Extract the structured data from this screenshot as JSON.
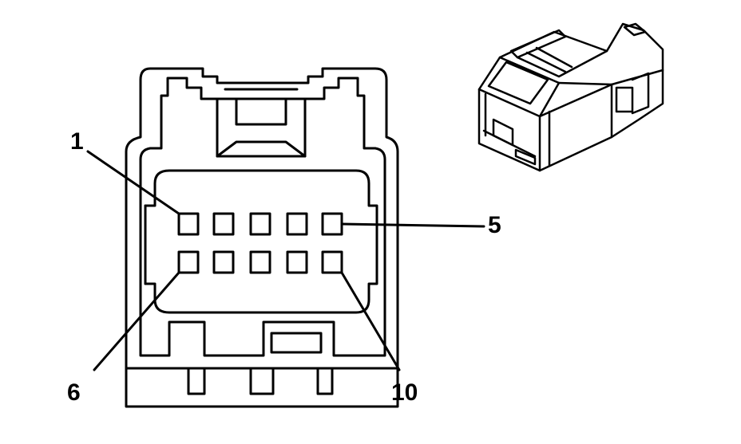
{
  "diagram": {
    "pin_labels": {
      "first_top": "1",
      "last_top": "5",
      "first_bottom": "6",
      "last_bottom": "10"
    },
    "pins": {
      "rows": 2,
      "per_row": 5
    },
    "colors": {
      "line": "#000000",
      "background": "#ffffff"
    }
  }
}
